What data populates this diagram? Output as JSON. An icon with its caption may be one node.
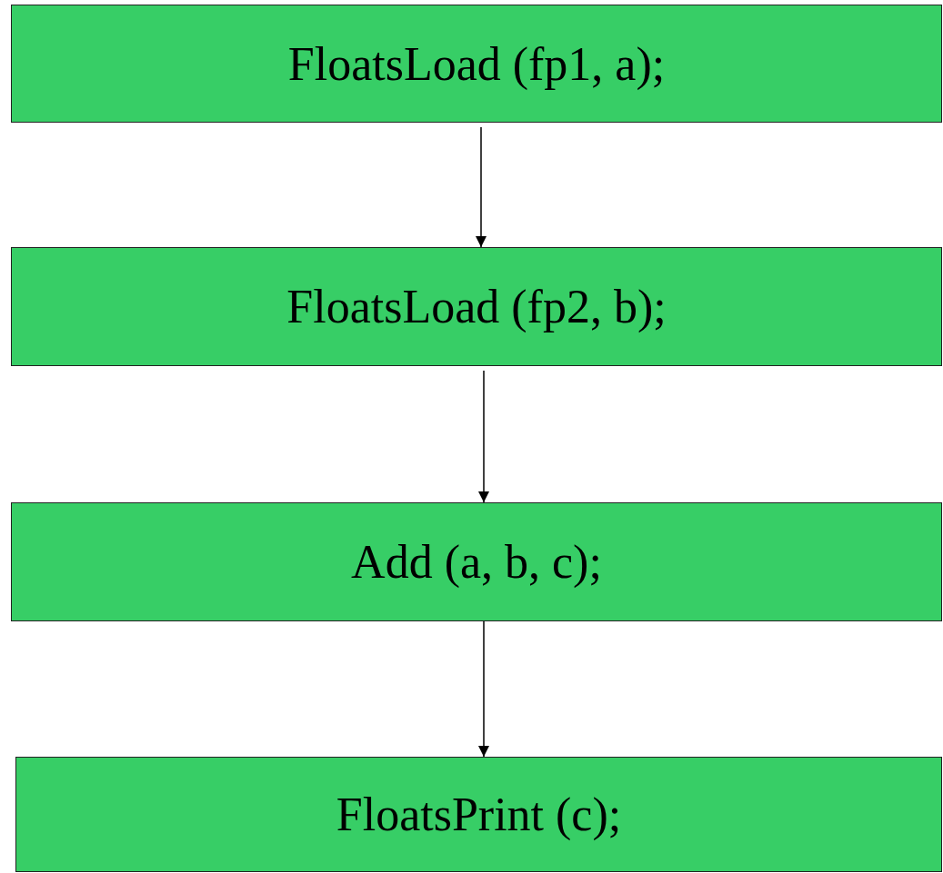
{
  "diagram": {
    "nodes": [
      {
        "text": [
          "FloatsLoad (fp1, a);"
        ]
      },
      {
        "text": [
          "FloatsLoad (fp2, b);"
        ]
      },
      {
        "text": [
          "Add (a, b, c);"
        ]
      },
      {
        "text": [
          "FloatsPrint (c);"
        ]
      }
    ],
    "edges": [
      {
        "from": 0,
        "to": 1,
        "arrow": "to"
      },
      {
        "from": 1,
        "to": 2,
        "arrow": "to"
      },
      {
        "from": 2,
        "to": 3,
        "arrow": "to"
      }
    ]
  }
}
